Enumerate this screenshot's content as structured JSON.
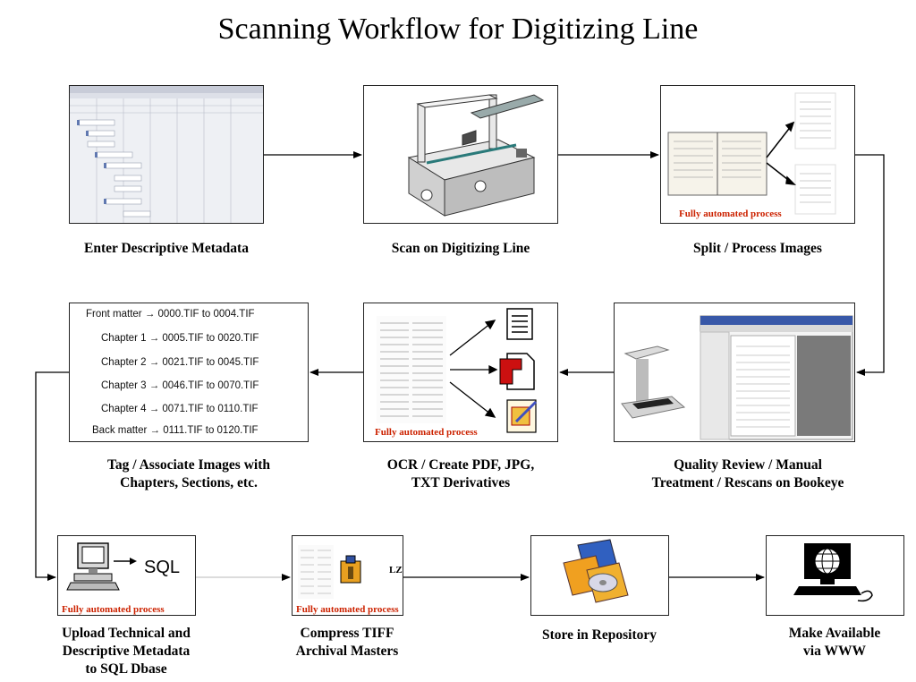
{
  "title": "Scanning Workflow for Digitizing Line",
  "fully_automated_label": "Fully automated process",
  "steps": [
    {
      "id": "metadata",
      "caption": "Enter Descriptive Metadata"
    },
    {
      "id": "scan",
      "caption": "Scan on Digitizing Line"
    },
    {
      "id": "split",
      "caption": "Split / Process Images"
    },
    {
      "id": "qa",
      "caption": "Quality Review / Manual\nTreatment / Rescans on Bookeye"
    },
    {
      "id": "ocr",
      "caption": "OCR / Create PDF, JPG,\nTXT Derivatives"
    },
    {
      "id": "tag",
      "caption": "Tag / Associate Images with\nChapters, Sections, etc."
    },
    {
      "id": "upload",
      "caption": "Upload Technical and\nDescriptive Metadata\nto SQL Dbase"
    },
    {
      "id": "compress",
      "caption": "Compress TIFF\nArchival Masters"
    },
    {
      "id": "store",
      "caption": "Store in Repository"
    },
    {
      "id": "www",
      "caption": "Make Available\nvia WWW"
    }
  ],
  "tag_lines": [
    "Front matter → 0000.TIF to 0004.TIF",
    "Chapter 1 → 0005.TIF to 0020.TIF",
    "Chapter 2 → 0021.TIF to 0045.TIF",
    "Chapter 3 → 0046.TIF to 0070.TIF",
    "Chapter 4 → 0071.TIF to 0110.TIF",
    "Back matter → 0111.TIF to 0120.TIF"
  ],
  "sql_label": "SQL",
  "lzw_label": "LZW",
  "colors": {
    "accent_red": "#cc2200",
    "orange": "#f0a020",
    "blue": "#3060c0"
  }
}
